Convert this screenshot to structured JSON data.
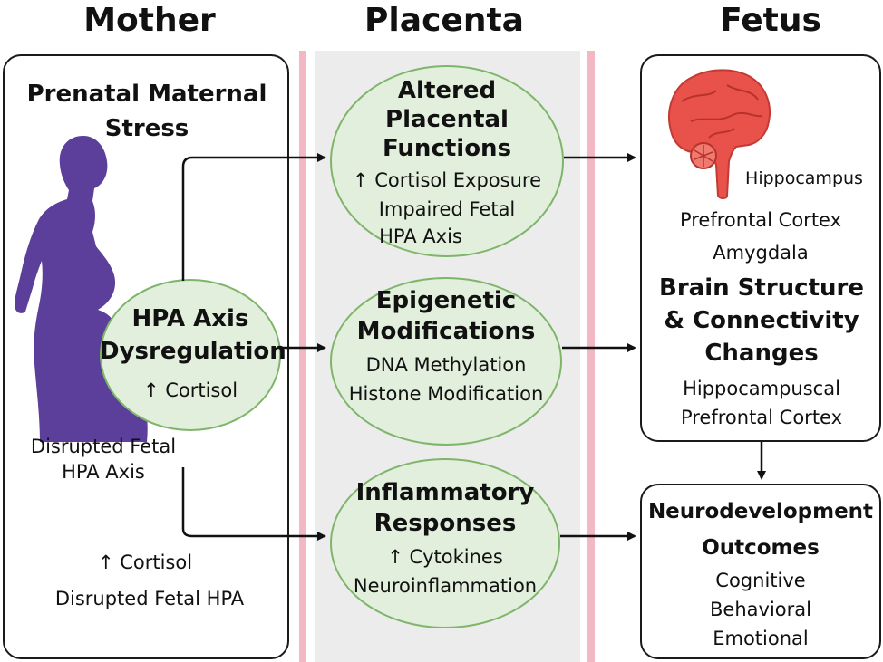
{
  "columns": {
    "mother": "Mother",
    "placenta": "Placenta",
    "fetus": "Fetus"
  },
  "mother": {
    "title_line1": "Prenatal Maternal",
    "title_line2": "Stress",
    "hpa_line1": "HPA Axis",
    "hpa_line2": "Dysregulation",
    "hpa_sub": "↑ Cortisol",
    "disrupted_line1": "Disrupted Fetal",
    "disrupted_line2": "HPA Axis",
    "cortisol": "↑ Cortisol",
    "disrupted_hpa": "Disrupted Fetal HPA"
  },
  "placenta": {
    "altered_line1": "Altered",
    "altered_line2": "Placental",
    "altered_line3": "Functions",
    "altered_sub1": "↑ Cortisol Exposure",
    "altered_sub2": "Impaired Fetal",
    "altered_sub3": "HPA Axis",
    "epi_line1": "Epigenetic",
    "epi_line2": "Modifications",
    "epi_sub1": "DNA Methylation",
    "epi_sub2": "Histone Modification",
    "inflam_line1": "Inflammatory",
    "inflam_line2": "Responses",
    "inflam_sub1": "↑ Cytokines",
    "inflam_sub2": "Neuroinflammation"
  },
  "fetus": {
    "hippocampus": "Hippocampus",
    "prefrontal": "Prefrontal Cortex",
    "amygdala": "Amygdala",
    "brain_line1": "Brain Structure",
    "brain_line2": "& Connectivity",
    "brain_line3": "Changes",
    "hippo2_line1": "Hippocampuscal",
    "hippo2_line2": "Prefrontal Cortex",
    "outcomes_line1": "Neurodevelopment",
    "outcomes_line2": "Outcomes",
    "outcome1": "Cognitive",
    "outcome2": "Behavioral",
    "outcome3": "Emotional"
  },
  "colors": {
    "ellipse_fill": "#e2efdc",
    "ellipse_border": "#7fb56b",
    "silhouette": "#5b3f9a",
    "brain": "#e8524a",
    "divider": "#f2b8c3"
  }
}
